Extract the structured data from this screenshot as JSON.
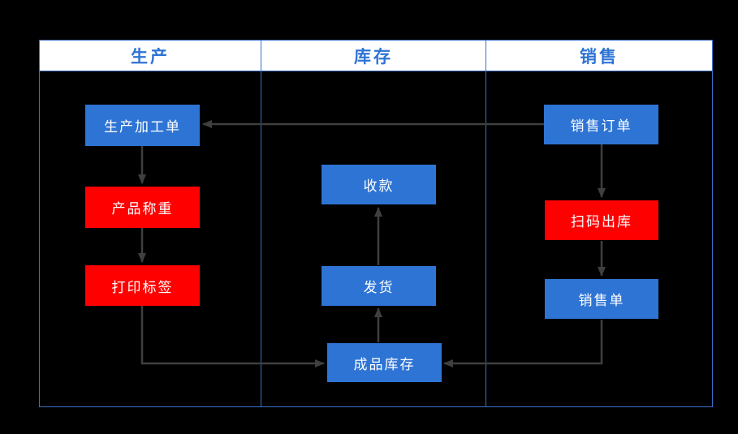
{
  "diagram": {
    "title": "production-inventory-sales-flowchart",
    "columns": [
      {
        "id": "production",
        "label": "生产"
      },
      {
        "id": "inventory",
        "label": "库存"
      },
      {
        "id": "sales",
        "label": "销售"
      }
    ],
    "nodes": {
      "production_order": {
        "label": "生产加工单",
        "color": "blue",
        "lane": "production"
      },
      "product_weighing": {
        "label": "产品称重",
        "color": "red",
        "lane": "production"
      },
      "print_label": {
        "label": "打印标签",
        "color": "red",
        "lane": "production"
      },
      "receive_payment": {
        "label": "收款",
        "color": "blue",
        "lane": "inventory"
      },
      "ship_goods": {
        "label": "发货",
        "color": "blue",
        "lane": "inventory"
      },
      "finished_goods_stock": {
        "label": "成品库存",
        "color": "blue",
        "lane": "inventory"
      },
      "sales_order": {
        "label": "销售订单",
        "color": "blue",
        "lane": "sales"
      },
      "scan_outbound": {
        "label": "扫码出库",
        "color": "red",
        "lane": "sales"
      },
      "sales_slip": {
        "label": "销售单",
        "color": "blue",
        "lane": "sales"
      }
    },
    "edges": [
      {
        "from": "sales_order",
        "to": "production_order"
      },
      {
        "from": "production_order",
        "to": "product_weighing"
      },
      {
        "from": "product_weighing",
        "to": "print_label"
      },
      {
        "from": "print_label",
        "to": "finished_goods_stock"
      },
      {
        "from": "sales_order",
        "to": "scan_outbound"
      },
      {
        "from": "scan_outbound",
        "to": "sales_slip"
      },
      {
        "from": "sales_slip",
        "to": "finished_goods_stock"
      },
      {
        "from": "finished_goods_stock",
        "to": "ship_goods"
      },
      {
        "from": "ship_goods",
        "to": "receive_payment"
      }
    ],
    "colors": {
      "background": "#000000",
      "header_bg": "#ffffff",
      "header_text": "#2e74d4",
      "border_blue": "#3b6fc7",
      "node_blue": "#2e74d4",
      "node_red": "#ff0000",
      "node_text": "#ffffff",
      "arrow": "#3f3f3f"
    }
  }
}
